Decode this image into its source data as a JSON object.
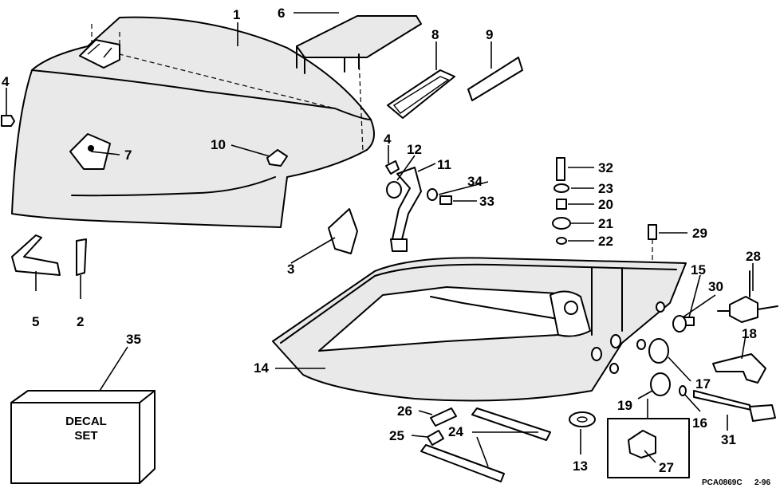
{
  "callouts": [
    "1",
    "2",
    "3",
    "4",
    "4",
    "5",
    "6",
    "7",
    "8",
    "9",
    "10",
    "11",
    "12",
    "13",
    "14",
    "15",
    "16",
    "17",
    "18",
    "19",
    "20",
    "21",
    "22",
    "23",
    "24",
    "25",
    "26",
    "27",
    "28",
    "29",
    "30",
    "31",
    "32",
    "33",
    "34",
    "35"
  ],
  "decal_box": {
    "line1": "DECAL",
    "line2": "SET"
  },
  "drawing_code": "PCA0869C",
  "date_code": "2-96"
}
